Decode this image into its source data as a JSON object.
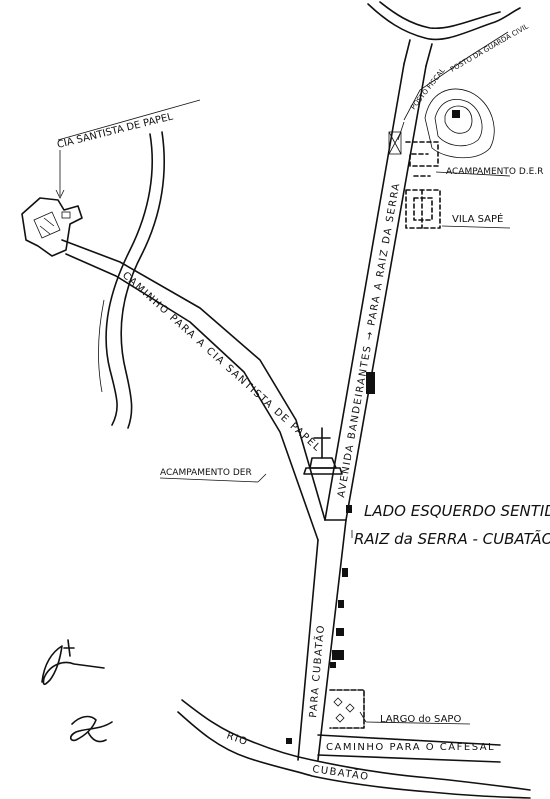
{
  "map": {
    "labels": {
      "cia_santista": "CIA SANTISTA DE PAPEL",
      "posto_fiscal": "POSTO FISCAL",
      "posto_guarda": "POSTO DA GUARDA CIVIL",
      "acampamento_der_top": "ACAMPAMENTO D.E.R",
      "vila_sape": "VILA SAPÉ",
      "acampamento_der_mid": "ACAMPAMENTO DER",
      "lado_line1": "LADO ESQUERDO SENTIDO",
      "lado_line2": "RAIZ da SERRA - CUBATÃO",
      "largo_sapo": "LARGO do SAPO"
    },
    "roads": {
      "caminho_cia": "CAMINHO PARA A CIA SANTISTA DE PAPEL",
      "avenida": "AVENIDA BANDEIRANTES → PARA A RAIZ DA SERRA",
      "para_cubatao": "PARA CUBATÃO",
      "caminho_cafesal": "CAMINHO PARA O CAFESAL"
    },
    "river": {
      "name_rio": "RIO",
      "name_cubatao": "CUBATÃO"
    },
    "colors": {
      "ink": "#111111",
      "paper": "#ffffff"
    },
    "icons": [
      "cross-monument-icon",
      "hill-contour-icon",
      "signature-icon"
    ]
  }
}
